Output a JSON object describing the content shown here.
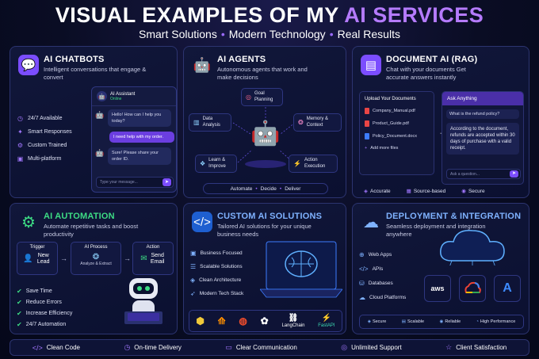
{
  "header": {
    "title_part1": "VISUAL EXAMPLES OF MY ",
    "title_accent": "AI SERVICES",
    "subtitle": [
      "Smart Solutions",
      "Modern Technology",
      "Real Results"
    ]
  },
  "chatbots": {
    "title": "AI CHATBOTS",
    "desc": "Intelligent conversations that engage & convert",
    "features": [
      "24/7 Available",
      "Smart Responses",
      "Custom Trained",
      "Multi-platform"
    ],
    "chat_name": "AI Assistant",
    "chat_status": "Online",
    "msg1": "Hello! How can I help you today?",
    "msg2": "I need help with my order.",
    "msg3": "Sure! Please share your order ID.",
    "input_placeholder": "Type your message..."
  },
  "agents": {
    "title": "AI AGENTS",
    "desc": "Autonomous agents that work and make decisions",
    "node_goal": "Goal Planning",
    "node_data": "Data Analysis",
    "node_memory": "Memory & Context",
    "node_learn": "Learn & Improve",
    "node_action": "Action Execution",
    "pills": [
      "Automate",
      "Decide",
      "Deliver"
    ]
  },
  "docai": {
    "title": "DOCUMENT AI (RAG)",
    "desc": "Chat with your documents Get accurate answers instantly",
    "upload_title": "Upload Your Documents",
    "files": [
      "Company_Manual.pdf",
      "Product_Guide.pdf",
      "Policy_Document.docx"
    ],
    "add_more": "Add more files",
    "ask_title": "Ask Anything",
    "question": "What is the refund policy?",
    "answer": "According to the document, refunds are accepted within 30 days of purchase with a valid receipt.",
    "ask_placeholder": "Ask a question...",
    "badges": [
      "Accurate",
      "Source-based",
      "Secure"
    ]
  },
  "automation": {
    "title": "AI AUTOMATION",
    "desc": "Automate repetitive tasks and boost productivity",
    "trigger_label": "Trigger",
    "trigger_value": "New Lead",
    "process_label": "AI Process",
    "process_value": "Analyze & Extract",
    "action_label": "Action",
    "action_value": "Send Email",
    "features": [
      "Save Time",
      "Reduce Errors",
      "Increase Efficiency",
      "24/7 Automation"
    ]
  },
  "custom": {
    "title": "CUSTOM AI SOLUTIONS",
    "desc": "Tailored AI solutions for your unique business needs",
    "features": [
      "Business Focused",
      "Scalable Solutions",
      "Clean Architecture",
      "Modern Tech Stack"
    ],
    "tech": [
      "LangChain",
      "FastAPI"
    ]
  },
  "deploy": {
    "title": "DEPLOYMENT & INTEGRATION",
    "desc": "Seamless deployment and integration anywhere",
    "features": [
      "Web Apps",
      "APIs",
      "Databases",
      "Cloud Platforms"
    ],
    "providers": [
      "aws"
    ],
    "badges": [
      "Secure",
      "Scalable",
      "Reliable",
      "High Performance"
    ]
  },
  "footer": {
    "items": [
      "Clean Code",
      "On-time Delivery",
      "Clear Communication",
      "Unlimited Support",
      "Client Satisfaction"
    ]
  }
}
